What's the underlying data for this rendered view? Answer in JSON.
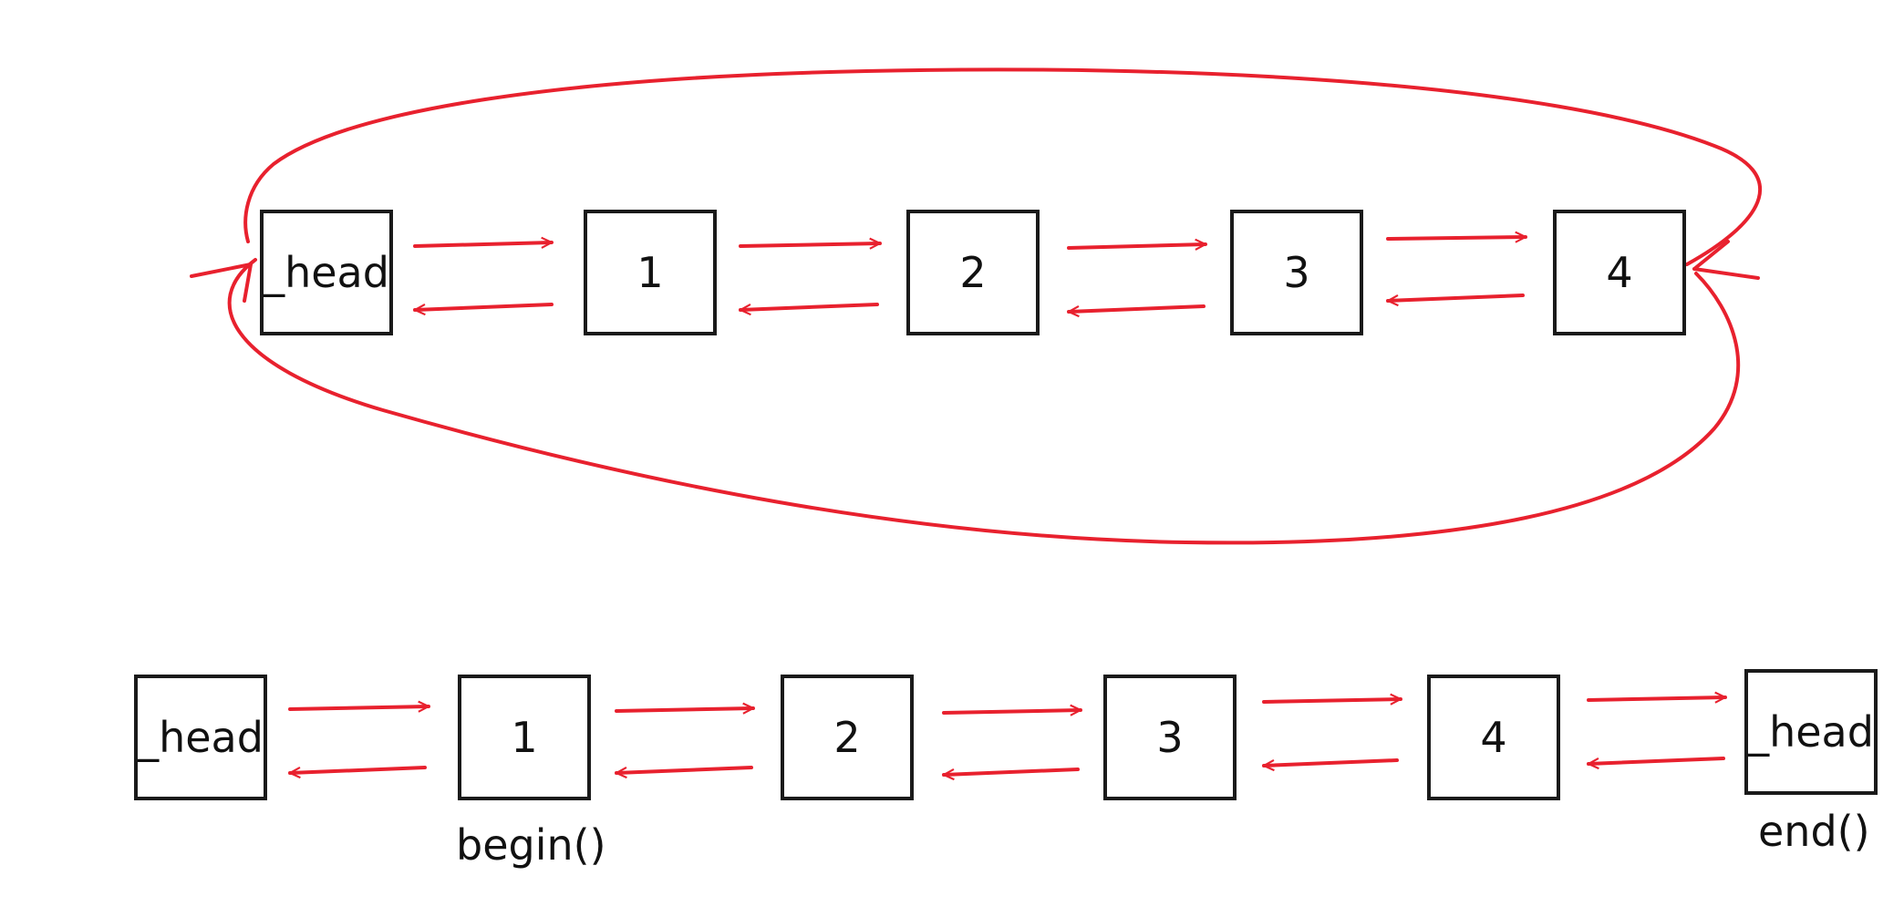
{
  "diagram": {
    "stroke_color": "#e8212e",
    "box_border_color": "#1a1a1a",
    "circular_list": {
      "nodes": [
        "_head",
        "1",
        "2",
        "3",
        "4"
      ]
    },
    "linear_list": {
      "nodes": [
        "_head",
        "1",
        "2",
        "3",
        "4",
        "_head"
      ],
      "labels": {
        "begin": "begin()",
        "end": "end()"
      }
    }
  }
}
